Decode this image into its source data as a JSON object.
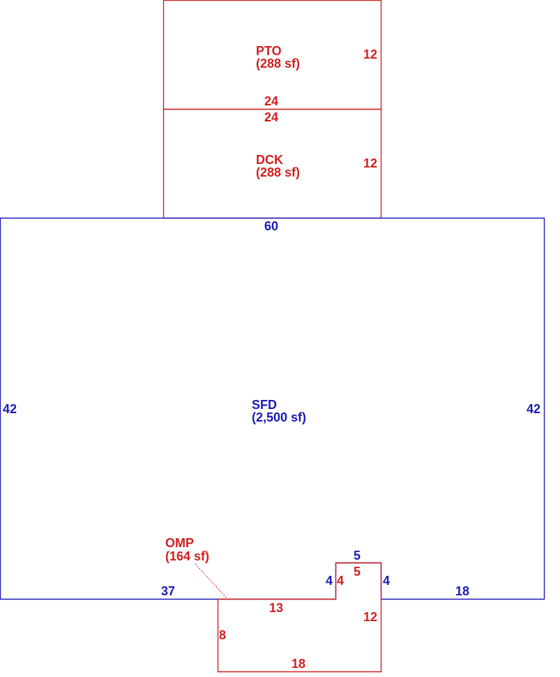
{
  "colors": {
    "red": "#d21f1f",
    "blue": "#1a1ab8"
  },
  "areas": {
    "pto": {
      "code": "PTO",
      "area": "(288 sf)"
    },
    "dck": {
      "code": "DCK",
      "area": "(288 sf)"
    },
    "sfd": {
      "code": "SFD",
      "area": "(2,500 sf)"
    },
    "omp": {
      "code": "OMP",
      "area": "(164 sf)"
    }
  },
  "dimensions": {
    "pto_side": "12",
    "pto_bottom": "24",
    "dck_top": "24",
    "dck_side": "12",
    "sfd_top": "60",
    "sfd_left": "42",
    "sfd_right": "42",
    "sfd_bottom_left": "37",
    "sfd_bottom_right": "18",
    "sfd_notch_top": "5",
    "sfd_notch_left": "4",
    "sfd_notch_right": "4",
    "omp_notch_top": "5",
    "omp_notch_left": "4",
    "omp_top": "13",
    "omp_right": "12",
    "omp_left": "8",
    "omp_bottom": "18"
  }
}
